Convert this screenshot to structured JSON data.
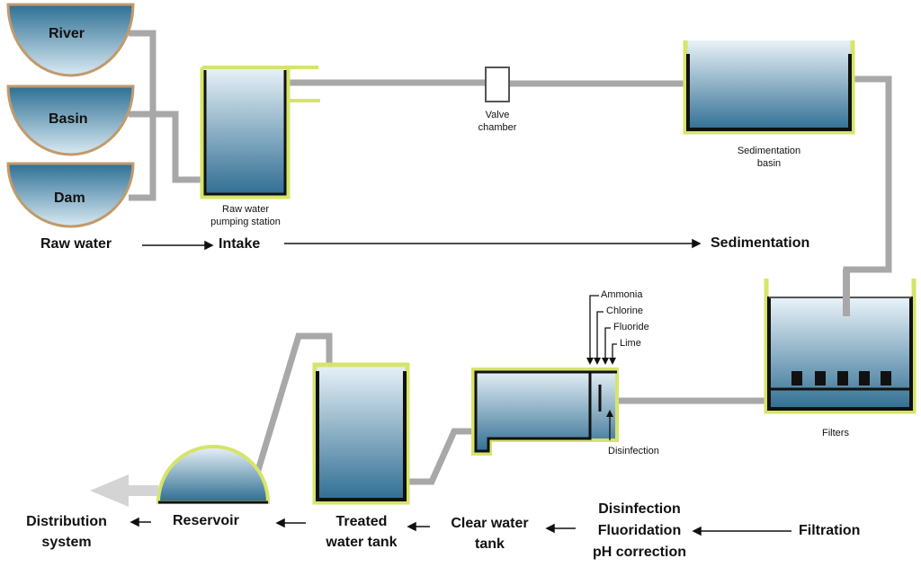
{
  "sources": {
    "river": "River",
    "basin": "Basin",
    "dam": "Dam"
  },
  "units": {
    "pumping_station": [
      "Raw water",
      "pumping station"
    ],
    "valve_chamber": [
      "Valve",
      "chamber"
    ],
    "sedimentation_basin": [
      "Sedimentation",
      "basin"
    ],
    "filters": "Filters",
    "disinfection": "Disinfection"
  },
  "chemicals": [
    "Ammonia",
    "Chlorine",
    "Fluoride",
    "Lime"
  ],
  "process_top": {
    "raw_water": "Raw water",
    "intake": "Intake",
    "sedimentation": "Sedimentation"
  },
  "process_bottom": {
    "filtration": "Filtration",
    "treatment": [
      "Disinfection",
      "Fluoridation",
      "pH correction"
    ],
    "clear_water_tank": [
      "Clear water",
      "tank"
    ],
    "treated_water_tank": [
      "Treated",
      "water tank"
    ],
    "reservoir": "Reservoir",
    "distribution_system": [
      "Distribution",
      "system"
    ]
  },
  "colors": {
    "water_top": "#e6f1f7",
    "water_bottom": "#2e6f93",
    "tank_rim": "#d6e46a",
    "tank_edge": "#111111",
    "pipe": "#a6a6a6",
    "bowl_rim": "#c29a6b"
  }
}
